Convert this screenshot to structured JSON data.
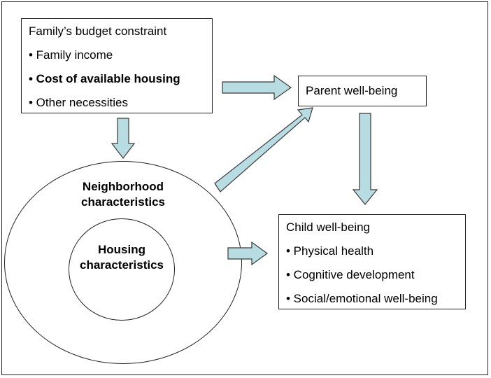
{
  "budget_box": {
    "title": "Family’s budget constraint",
    "items": [
      "• Family income",
      "• Cost of available housing",
      "• Other necessities"
    ]
  },
  "parent_box": {
    "label": "Parent well-being"
  },
  "neighborhood": {
    "line1": "Neighborhood",
    "line2": "characteristics"
  },
  "housing": {
    "line1": "Housing",
    "line2": "characteristics"
  },
  "child_box": {
    "title": "Child well-being",
    "items": [
      "• Physical health",
      "• Cognitive development",
      "• Social/emotional well-being"
    ]
  },
  "colors": {
    "arrow_fill": "#b7dde3",
    "arrow_stroke": "#3a3a3a"
  }
}
